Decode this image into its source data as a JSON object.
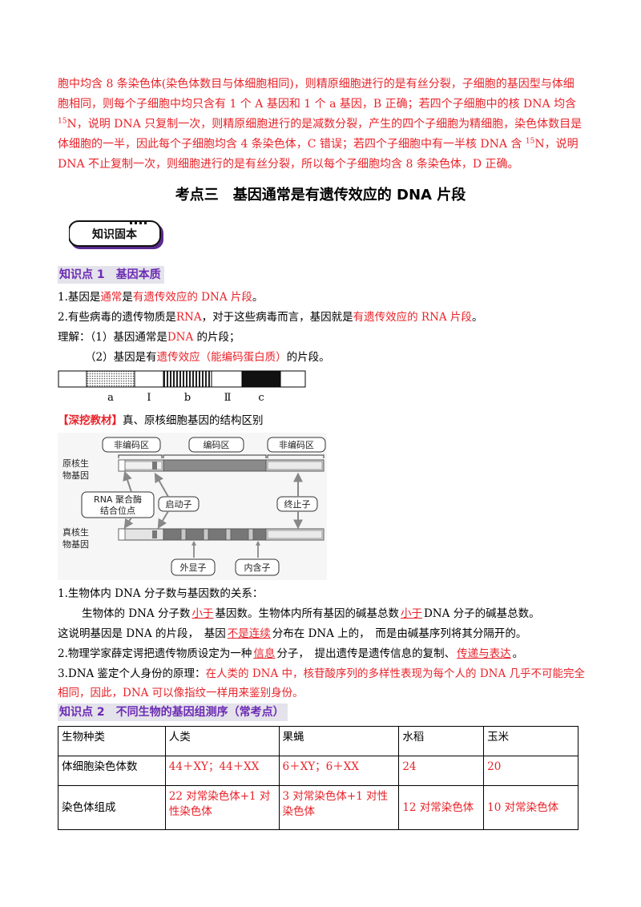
{
  "intro_paragraph": {
    "l1": "胞中均含 8 条染色体(染色体数目与体细胞相同)，则精原细胞进行的是有丝分裂，子细胞的基因型与体细",
    "l2": "胞相同，则每个子细胞中均只含有 1 个 A 基因和 1 个 a 基因，B 正确；若四个子细胞中的核 DNA 均含",
    "l3_sup": "15",
    "l3": "N，说明 DNA 只复制一次，则精原细胞进行的是减数分裂，产生的四个子细胞为精细胞，染色体数目是",
    "l4_a": "体细胞的一半，因此每个子细胞均含 4 条染色体，C 错误；若四个子细胞中有一半核 DNA 含 ",
    "l4_sup": "15",
    "l4_b": "N，说明",
    "l5": "DNA 不止复制一次，则细胞进行的是有丝分裂，所以每个子细胞均含 8 条染色体，D 正确。"
  },
  "section_title": "考点三　基因通常是有遗传效应的 DNA 片段",
  "badge_label": "知识固本",
  "kp1": {
    "heading": "知识点 1　基因本质",
    "item1_pre": "1.基因是",
    "item1_r1": "通常",
    "item1_mid": "是",
    "item1_r2": "有遗传效应的 DNA 片段",
    "item1_end": "。",
    "item2_pre": "2.有些病毒的遗传物质是",
    "item2_r1": "RNA",
    "item2_mid": "，对于这些病毒而言，基因就是",
    "item2_r2": "有遗传效应的 RNA 片段",
    "item2_end": "。",
    "understand_pre": "理解：（1）基因通常是",
    "understand_r": "DNA",
    "understand_end": " 的片段；",
    "u2_pre": "（2）基因是有",
    "u2_r": "遗传效应（能编码蛋白质）",
    "u2_end": "的片段。"
  },
  "gene_strip": {
    "labels": [
      "a",
      "Ⅰ",
      "b",
      "Ⅱ",
      "c"
    ]
  },
  "deep": {
    "tag": "【深挖教材】",
    "text": "真、原核细胞基因的结构区别"
  },
  "diagram": {
    "noncoding_left": "非编码区",
    "coding": "编码区",
    "noncoding_right": "非编码区",
    "prokaryote_l1": "原核生",
    "prokaryote_l2": "物基因",
    "rna_l1": "RNA 聚合酶",
    "rna_l2": "结合位点",
    "promoter": "启动子",
    "terminator": "终止子",
    "eukaryote_l1": "真核生",
    "eukaryote_l2": "物基因",
    "exon": "外显子",
    "intron": "内含子"
  },
  "relation": {
    "heading": "1.生物体内 DNA 分子数与基因数的关系：",
    "l1_pre": "生物体的 DNA 分子数",
    "l1_b1": "小于",
    "l1_mid": "基因数。生物体内所有基因的碱基总数",
    "l1_b2": "小于",
    "l1_end": "DNA 分子的碱基总数。",
    "l2_pre": "这说明基因是 DNA 的片段，　基因",
    "l2_b": "不是连续",
    "l2_end": "分布在 DNA 上的，　而是由碱基序列将其分隔开的。",
    "l3_pre": "2.物理学家薛定谔把遗传物质设定为一种",
    "l3_b1": "信息",
    "l3_mid": "分子，　提出遗传是遗传信息的复制、",
    "l3_b2": "传递与表达",
    "l3_end": "。",
    "l4_pre": "3.DNA 鉴定个人身份的原理：",
    "l4_r": "在人类的 DNA 中，核苷酸序列的多样性表现为每个人的 DNA 几乎不可能完全",
    "l5_r": "相同，因此，DNA 可以像指纹一样用来鉴别身份。"
  },
  "kp2": {
    "heading": "知识点 2　不同生物的基因组测序（常考点）"
  },
  "genome_table": {
    "header": [
      "生物种类",
      "人类",
      "果蝇",
      "水稻",
      "玉米"
    ],
    "row_somatic": [
      "体细胞染色体数",
      "44＋XY；44＋XX",
      "6＋XY；6＋XX",
      "24",
      "20"
    ],
    "row_composition": [
      "染色体组成",
      "22 对常染色体+1 对性染色体",
      "3 对常染色体+1 对性染色体",
      "12 对常染色体",
      "10 对常染色体"
    ]
  }
}
